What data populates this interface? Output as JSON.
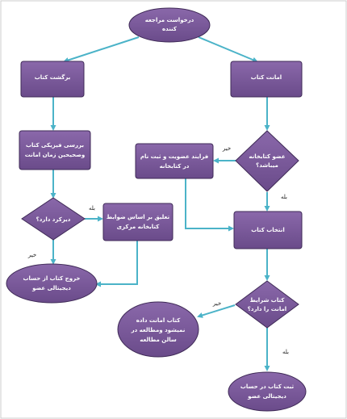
{
  "colors": {
    "fill": "#7b5a9a",
    "fill_dark": "#5b3f78",
    "stroke": "#3f2a57",
    "arrow": "#4bb3c8",
    "text": "#ffffff",
    "frame": "#cccccc"
  },
  "nodes": {
    "start": [
      "درخواست مراجعه",
      "کننده"
    ],
    "return_book": [
      "برگشت کتاب"
    ],
    "loan_book": [
      "امانت کتاب"
    ],
    "physical_check": [
      "بررسی فیزیکی کتاب",
      "وصحیحین زمان امانت"
    ],
    "is_member": [
      "عضو کتابخانه",
      "میباشد؟"
    ],
    "membership_process": [
      "فرایند عضویت و ثبت نام",
      "در کتابخانه"
    ],
    "has_delay": [
      "دیرکرد دارد؟"
    ],
    "apply_rules": [
      "تعلیق بر اساس ضوابط",
      "کتابخانه مرکزی"
    ],
    "select_book": [
      "انتخاب کتاب"
    ],
    "exit_member": [
      "خروج کتاب از حساب",
      "دیجیتالی عضو"
    ],
    "loan_conditions": [
      "کتاب شرایط",
      "امانت را دارد؟"
    ],
    "not_loanable": [
      "کتاب امانت داده",
      "نمیشود ومطالعه در",
      "سالن مطالعه"
    ],
    "register_book": [
      "ثبت کتاب در حساب",
      "دیجیتالی عضو"
    ]
  },
  "edge_labels": {
    "member_no": "خیر",
    "member_yes": "بله",
    "delay_yes": "بله",
    "delay_no": "خیر",
    "cond_no": "خیر",
    "cond_yes": "بله"
  }
}
